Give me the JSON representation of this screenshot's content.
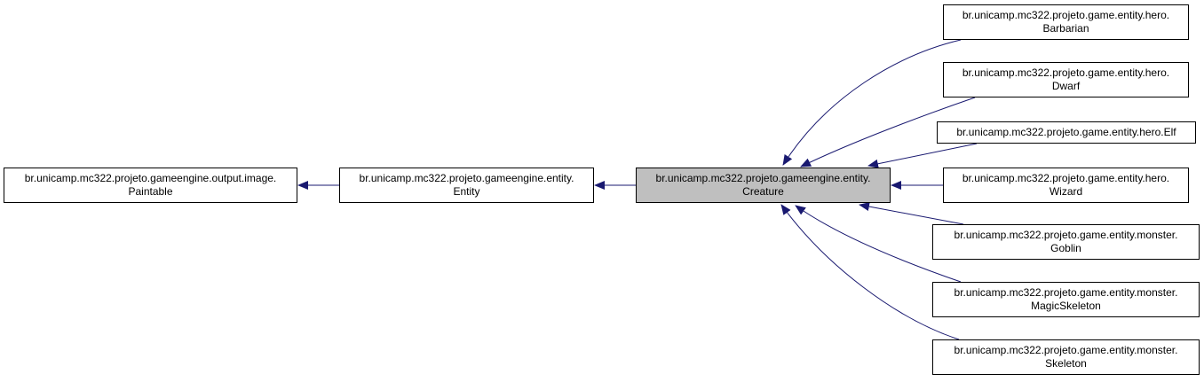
{
  "colors": {
    "edge": "#191970",
    "highlight_fill": "#bfbfbf",
    "node_fill": "#ffffff",
    "node_border": "#000000"
  },
  "nodes": {
    "paintable": {
      "line1": "br.unicamp.mc322.projeto.gameengine.output.image.",
      "line2": "Paintable"
    },
    "entity": {
      "line1": "br.unicamp.mc322.projeto.gameengine.entity.",
      "line2": "Entity"
    },
    "creature": {
      "line1": "br.unicamp.mc322.projeto.gameengine.entity.",
      "line2": "Creature"
    },
    "barbarian": {
      "line1": "br.unicamp.mc322.projeto.game.entity.hero.",
      "line2": "Barbarian"
    },
    "dwarf": {
      "line1": "br.unicamp.mc322.projeto.game.entity.hero.",
      "line2": "Dwarf"
    },
    "elf": {
      "line1": "br.unicamp.mc322.projeto.game.entity.hero.Elf"
    },
    "wizard": {
      "line1": "br.unicamp.mc322.projeto.game.entity.hero.",
      "line2": "Wizard"
    },
    "goblin": {
      "line1": "br.unicamp.mc322.projeto.game.entity.monster.",
      "line2": "Goblin"
    },
    "magic_skeleton": {
      "line1": "br.unicamp.mc322.projeto.game.entity.monster.",
      "line2": "MagicSkeleton"
    },
    "skeleton": {
      "line1": "br.unicamp.mc322.projeto.game.entity.monster.",
      "line2": "Skeleton"
    }
  },
  "edges": [
    {
      "from": "entity",
      "to": "paintable"
    },
    {
      "from": "creature",
      "to": "entity"
    },
    {
      "from": "barbarian",
      "to": "creature"
    },
    {
      "from": "dwarf",
      "to": "creature"
    },
    {
      "from": "elf",
      "to": "creature"
    },
    {
      "from": "wizard",
      "to": "creature"
    },
    {
      "from": "goblin",
      "to": "creature"
    },
    {
      "from": "magic_skeleton",
      "to": "creature"
    },
    {
      "from": "skeleton",
      "to": "creature"
    }
  ]
}
